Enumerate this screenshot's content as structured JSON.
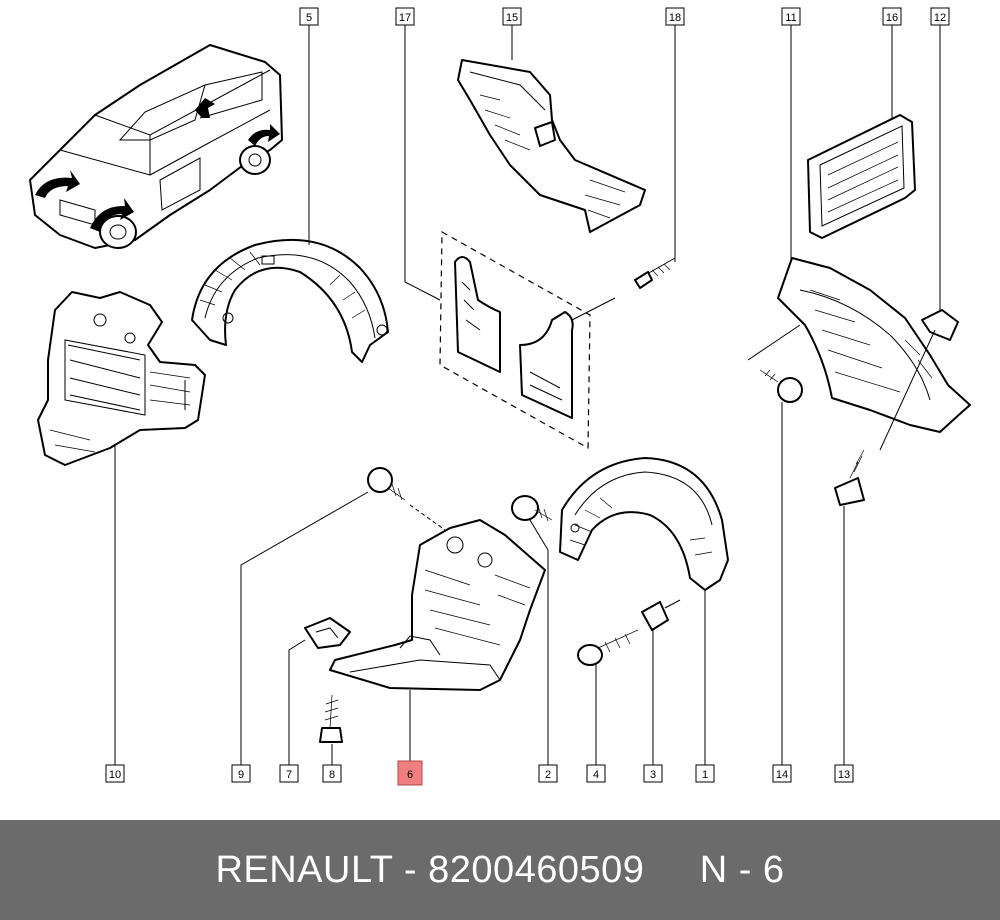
{
  "callouts": [
    "1",
    "2",
    "3",
    "4",
    "5",
    "6",
    "7",
    "8",
    "9",
    "10",
    "11",
    "12",
    "13",
    "14",
    "15",
    "16",
    "17",
    "18"
  ],
  "highlighted_callout": "6",
  "footer": {
    "text": "RENAULT - 8200460509     N - 6"
  },
  "colors": {
    "highlight": "#f08080",
    "footer_bg": "#6b6b6b",
    "footer_text": "#ffffff"
  }
}
